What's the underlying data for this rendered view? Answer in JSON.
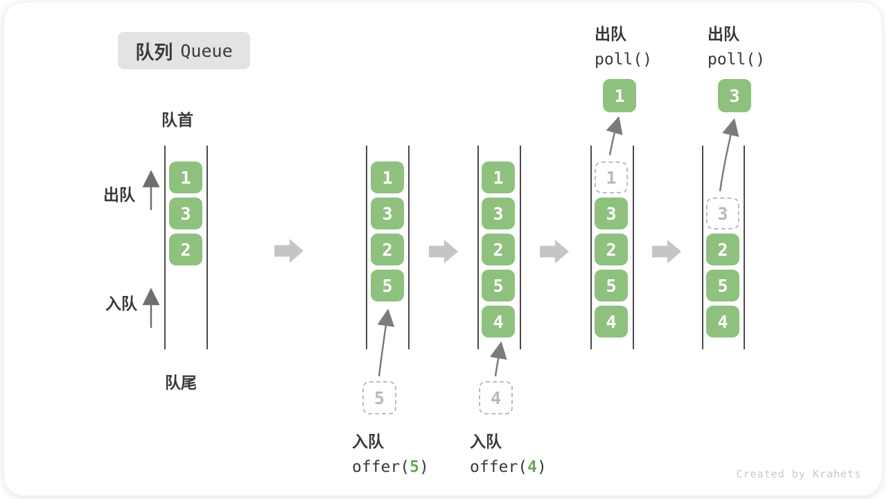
{
  "title": {
    "zh": "队列",
    "en": "Queue"
  },
  "labels": {
    "front": "队首",
    "rear": "队尾",
    "dequeue_side": "出队",
    "enqueue_side": "入队"
  },
  "states": [
    {
      "slots": [
        {
          "value": "1",
          "type": "solid"
        },
        {
          "value": "3",
          "type": "solid"
        },
        {
          "value": "2",
          "type": "solid"
        }
      ]
    },
    {
      "slots": [
        {
          "value": "1",
          "type": "solid"
        },
        {
          "value": "3",
          "type": "solid"
        },
        {
          "value": "2",
          "type": "solid"
        },
        {
          "value": "5",
          "type": "solid"
        }
      ],
      "incoming": {
        "value": "5"
      },
      "op": {
        "label": "入队",
        "fn": "offer(",
        "arg": "5",
        "close": ")"
      }
    },
    {
      "slots": [
        {
          "value": "1",
          "type": "solid"
        },
        {
          "value": "3",
          "type": "solid"
        },
        {
          "value": "2",
          "type": "solid"
        },
        {
          "value": "5",
          "type": "solid"
        },
        {
          "value": "4",
          "type": "solid"
        }
      ],
      "incoming": {
        "value": "4"
      },
      "op": {
        "label": "入队",
        "fn": "offer(",
        "arg": "4",
        "close": ")"
      }
    },
    {
      "slots": [
        {
          "value": "1",
          "type": "dashed"
        },
        {
          "value": "3",
          "type": "solid"
        },
        {
          "value": "2",
          "type": "solid"
        },
        {
          "value": "5",
          "type": "solid"
        },
        {
          "value": "4",
          "type": "solid"
        }
      ],
      "outgoing": {
        "value": "1"
      },
      "op": {
        "label": "出队",
        "code": "poll()"
      }
    },
    {
      "slots": [
        {
          "value": "3",
          "type": "dashed"
        },
        {
          "value": "2",
          "type": "solid"
        },
        {
          "value": "5",
          "type": "solid"
        },
        {
          "value": "4",
          "type": "solid"
        }
      ],
      "outgoing": {
        "value": "3"
      },
      "op": {
        "label": "出队",
        "code": "poll()"
      }
    }
  ],
  "watermark": "Created by Krahets",
  "colors": {
    "green": "#8FC17E",
    "code-green": "#68a85a",
    "wall-gray": "#4a4a4a",
    "flow-arrow-gray": "#c5c5c5",
    "curve-arrow-gray": "#7b7b7b",
    "dash-gray": "#bdbdbd",
    "badge-gray": "#e3e3e3"
  }
}
